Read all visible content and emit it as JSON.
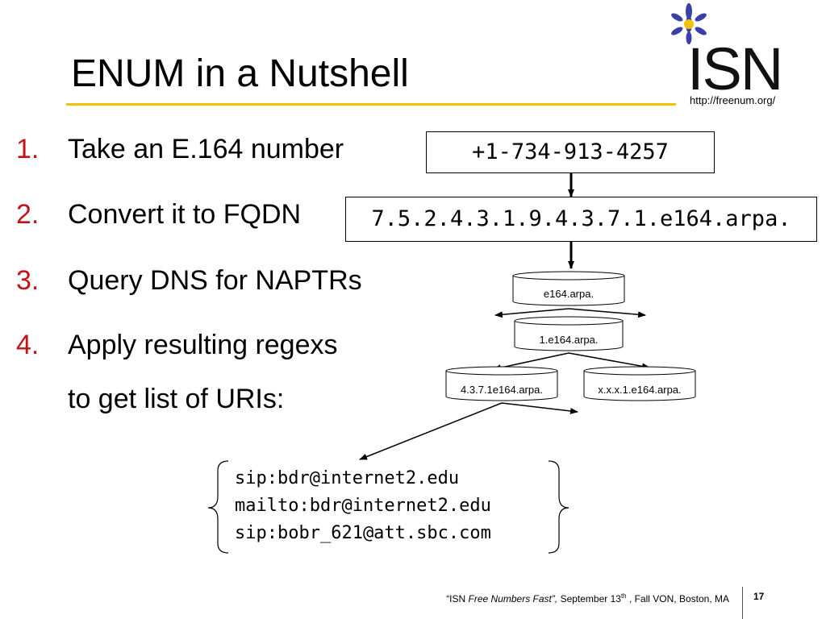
{
  "slide": {
    "title": "ENUM in a Nutshell",
    "logo_text": "ISN",
    "logo_url": "http://freenum.org/"
  },
  "steps": [
    {
      "num": "1.",
      "text": "Take an E.164 number"
    },
    {
      "num": "2.",
      "text": "Convert it to FQDN"
    },
    {
      "num": "3.",
      "text": "Query DNS for NAPTRs"
    },
    {
      "num": "4.",
      "text": "Apply resulting regexs"
    }
  ],
  "step4_continuation": "to get list of URIs:",
  "phone_number": "+1-734-913-4257",
  "fqdn": "7.5.2.4.3.1.9.4.3.7.1.e164.arpa.",
  "tree": {
    "root": "e164.arpa.",
    "level1": "1.e164.arpa.",
    "level2_left": "4.3.7.1e164.arpa.",
    "level2_right": "x.x.x.1.e164.arpa."
  },
  "uris": [
    "sip:bdr@internet2.edu",
    "mailto:bdr@internet2.edu",
    "sip:bobr_621@att.sbc.com"
  ],
  "footer": {
    "quote_open": "“ISN ",
    "quote_italic": "Free Numbers Fast”,",
    "date_pre": " September 13",
    "date_sup": "th",
    "date_post": " , Fall VON, Boston, MA",
    "page_number": "17"
  },
  "colors": {
    "accent_rule": "#f2c200",
    "list_number": "#c0161b",
    "logo_petal": "#3b3fa8",
    "logo_center": "#f2c200"
  },
  "icons": [
    "flower-logo-icon"
  ]
}
